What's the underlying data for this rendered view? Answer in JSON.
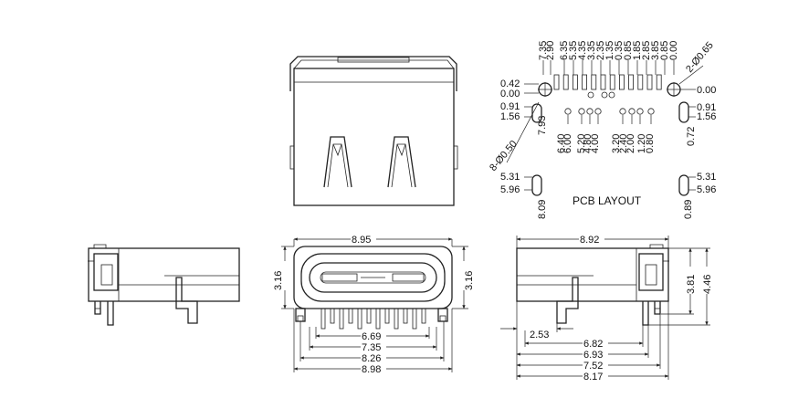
{
  "pcb_layout": {
    "label": "PCB LAYOUT",
    "top_dims": [
      "7.35",
      "2.90",
      "6.35",
      "5.35",
      "4.35",
      "3.35",
      "2.35",
      "1.35",
      "0.35",
      "0.85",
      "1.85",
      "2.85",
      "3.85",
      "0.85",
      "0.00"
    ],
    "bottom_dims": [
      "6.40",
      "6.00",
      "5.20",
      "4.80",
      "4.00",
      "3.20",
      "2.40",
      "2.00",
      "1.20",
      "0.80"
    ],
    "left_dims": [
      "0.42",
      "0.00",
      "0.91",
      "1.56"
    ],
    "right_dims": [
      "0.00",
      "0.91",
      "1.56"
    ],
    "hole_dims": [
      "7.93",
      "0.72"
    ],
    "left_callout": "8-Ø0.50",
    "right_callout": "2-Ø0.65",
    "slot_left": [
      "5.31",
      "5.96",
      "8.09"
    ],
    "slot_right": [
      "5.31",
      "5.96",
      "0.89"
    ]
  },
  "front_view": {
    "width_top": "8.95",
    "height_left": "3.16",
    "height_right": "3.16",
    "bottom_dims": [
      "6.69",
      "7.35",
      "8.26",
      "8.98"
    ]
  },
  "side_view": {
    "width_top": "8.92",
    "height_inner": "3.81",
    "height_outer": "4.46",
    "inner_left": "2.53",
    "bottom_dims": [
      "6.82",
      "6.93",
      "7.52",
      "8.17"
    ]
  }
}
